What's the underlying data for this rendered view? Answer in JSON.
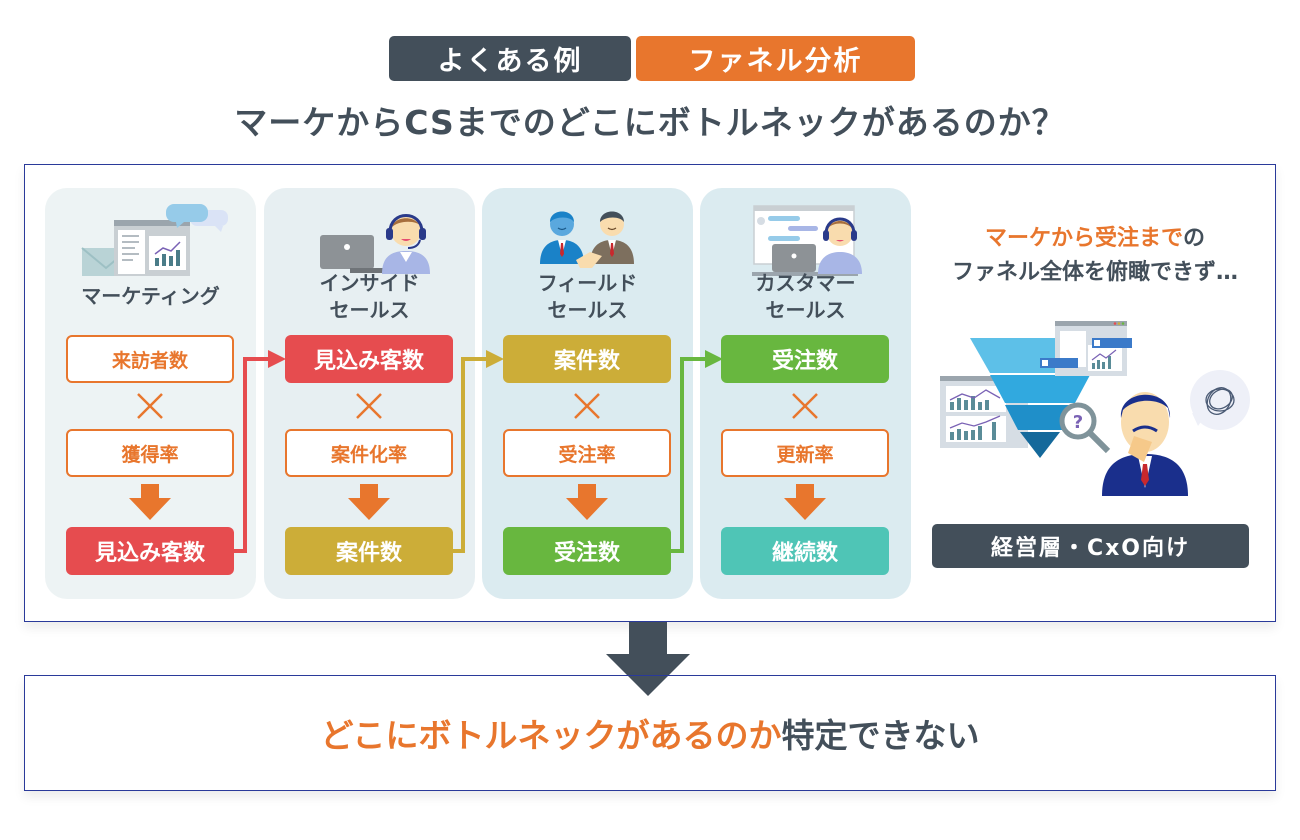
{
  "header": {
    "tag_example": "よくある例",
    "tag_topic": "ファネル分析",
    "title": "マーケからCSまでのどこにボトルネックがあるのか？"
  },
  "colors": {
    "dark": "#434f5a",
    "orange": "#e8762d",
    "red": "#e64c4f",
    "mustard": "#ccad38",
    "green": "#68b73f",
    "teal": "#4fc5b6",
    "frame_border": "#2a3a9a"
  },
  "stages": [
    {
      "title_line1": "マーケティング",
      "title_line2": "",
      "illustration": "marketing-dashboard-icon",
      "input_metric": "来訪者数",
      "rate": "獲得率",
      "output_metric": "見込み客数",
      "output_color": "#e64c4f"
    },
    {
      "title_line1": "インサイド",
      "title_line2": "セールス",
      "illustration": "headset-operator-laptop-icon",
      "input_metric": "見込み客数",
      "input_color": "#e64c4f",
      "rate": "案件化率",
      "output_metric": "案件数",
      "output_color": "#ccad38"
    },
    {
      "title_line1": "フィールド",
      "title_line2": "セールス",
      "illustration": "handshake-salesmen-icon",
      "input_metric": "案件数",
      "input_color": "#ccad38",
      "rate": "受注率",
      "output_metric": "受注数",
      "output_color": "#68b73f"
    },
    {
      "title_line1": "カスタマー",
      "title_line2": "セールス",
      "illustration": "customer-support-chat-icon",
      "input_metric": "受注数",
      "input_color": "#68b73f",
      "rate": "更新率",
      "output_metric": "継続数",
      "output_color": "#4fc5b6"
    }
  ],
  "right_panel": {
    "line1_highlight": "マーケから受注まで",
    "line1_rest": "の",
    "line2": "ファネル全体を俯瞰できず…",
    "illustration": "executive-confused-funnel-icon",
    "badge": "経営層・CxO向け"
  },
  "result": {
    "highlight": "どこにボトルネックがあるのか",
    "rest": "特定できない"
  }
}
